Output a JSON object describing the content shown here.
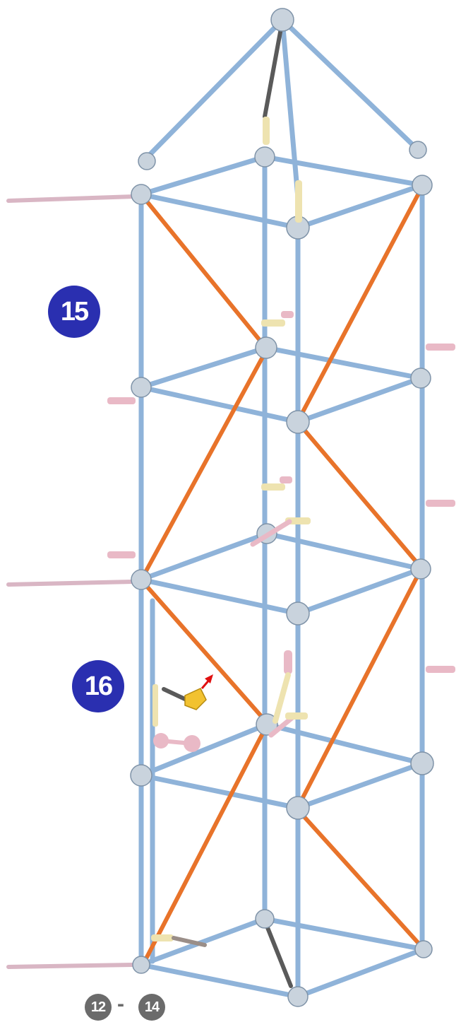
{
  "diagram": {
    "steps": [
      {
        "id": "15",
        "label": "15"
      },
      {
        "id": "16",
        "label": "16"
      }
    ],
    "previous_steps": {
      "from": "12",
      "separator": "-",
      "to": "14"
    },
    "colors": {
      "step_badge": "#2a2fb0",
      "previous_badge": "#6b6b6b",
      "blue_rod": "#8fb3d9",
      "orange_rod": "#e8732a",
      "connector": "#c9d3dd",
      "pink_part": "#e9b9c6",
      "yellow_part": "#f2c230",
      "dark_rod": "#555555",
      "arrow": "#e01010"
    },
    "icons": [
      "connector-icon",
      "arrow-icon"
    ]
  }
}
